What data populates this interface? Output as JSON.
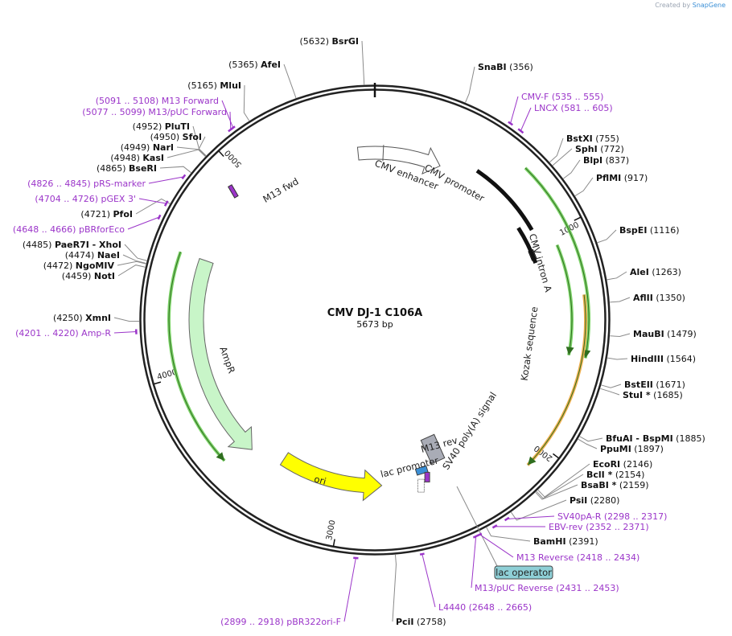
{
  "credit": {
    "prefix": "Created by ",
    "brand": "SnapGene"
  },
  "plasmid": {
    "name": "CMV DJ-1 C106A",
    "length_label": "5673 bp",
    "length": 5673
  },
  "colors": {
    "backbone": "#222222",
    "primer": "#9b35c9",
    "site_line": "#8a8a8a",
    "promoter": "#ffffff",
    "AmpR": "#c8f5c8",
    "ori": "#ffff00",
    "polyA": "#a9acb6",
    "green_arrow": "#7fd46b",
    "orange_arrow": "#f0b050",
    "lac_operator": "#8ecfd6"
  },
  "tick_labels": [
    "1000",
    "2000",
    "3000",
    "4000",
    "5000"
  ],
  "features": [
    {
      "label": "CMV enhancer",
      "type": "arrow"
    },
    {
      "label": "CMV promoter",
      "type": "arrow"
    },
    {
      "label": "CMV intron A",
      "type": "bar"
    },
    {
      "label": "Kozak sequence",
      "type": "bar"
    },
    {
      "label": "SV40 poly(A) signal",
      "type": "box"
    },
    {
      "label": "M13 rev",
      "type": "small"
    },
    {
      "label": "lac promoter",
      "type": "small"
    },
    {
      "label": "ori",
      "type": "arrow"
    },
    {
      "label": "AmpR",
      "type": "arrow"
    },
    {
      "label": "M13 fwd",
      "type": "small"
    },
    {
      "label": "lac operator",
      "type": "callout"
    }
  ],
  "sites": [
    {
      "name": "BsrGI",
      "pos": "(5632)"
    },
    {
      "name": "AfeI",
      "pos": "(5365)"
    },
    {
      "name": "MluI",
      "pos": "(5165)"
    },
    {
      "name": "PluTI",
      "pos": "(4952)"
    },
    {
      "name": "SfoI",
      "pos": "(4950)"
    },
    {
      "name": "NarI",
      "pos": "(4949)"
    },
    {
      "name": "KasI",
      "pos": "(4948)"
    },
    {
      "name": "BseRI",
      "pos": "(4865)"
    },
    {
      "name": "PfoI",
      "pos": "(4721)"
    },
    {
      "name": "PaeR7I - XhoI",
      "pos": "(4485)"
    },
    {
      "name": "NaeI",
      "pos": "(4474)"
    },
    {
      "name": "NgoMIV",
      "pos": "(4472)"
    },
    {
      "name": "NotI",
      "pos": "(4459)"
    },
    {
      "name": "XmnI",
      "pos": "(4250)"
    },
    {
      "name": "SnaBI",
      "pos": "(356)"
    },
    {
      "name": "BstXI",
      "pos": "(755)"
    },
    {
      "name": "SphI",
      "pos": "(772)"
    },
    {
      "name": "BlpI",
      "pos": "(837)"
    },
    {
      "name": "PflMI",
      "pos": "(917)"
    },
    {
      "name": "BspEI",
      "pos": "(1116)"
    },
    {
      "name": "AleI",
      "pos": "(1263)"
    },
    {
      "name": "AflII",
      "pos": "(1350)"
    },
    {
      "name": "MauBI",
      "pos": "(1479)"
    },
    {
      "name": "HindIII",
      "pos": "(1564)"
    },
    {
      "name": "BstEII",
      "pos": "(1671)"
    },
    {
      "name": "StuI *",
      "pos": "(1685)"
    },
    {
      "name": "BfuAI - BspMI",
      "pos": "(1885)"
    },
    {
      "name": "PpuMI",
      "pos": "(1897)"
    },
    {
      "name": "EcoRI",
      "pos": "(2146)"
    },
    {
      "name": "BclI *",
      "pos": "(2154)"
    },
    {
      "name": "BsaBI *",
      "pos": "(2159)"
    },
    {
      "name": "PsiI",
      "pos": "(2280)"
    },
    {
      "name": "BamHI",
      "pos": "(2391)"
    },
    {
      "name": "PciI",
      "pos": "(2758)"
    }
  ],
  "primers": [
    {
      "name": "M13 Forward",
      "range": "(5091 .. 5108)"
    },
    {
      "name": "M13/pUC Forward",
      "range": "(5077 .. 5099)"
    },
    {
      "name": "pRS-marker",
      "range": "(4826 .. 4845)"
    },
    {
      "name": "pGEX 3'",
      "range": "(4704 .. 4726)"
    },
    {
      "name": "pBRforEco",
      "range": "(4648 .. 4666)"
    },
    {
      "name": "Amp-R",
      "range": "(4201 .. 4220)"
    },
    {
      "name": "CMV-F",
      "range": "(535 .. 555)"
    },
    {
      "name": "LNCX",
      "range": "(581 .. 605)"
    },
    {
      "name": "SV40pA-R",
      "range": "(2298 .. 2317)"
    },
    {
      "name": "EBV-rev",
      "range": "(2352 .. 2371)"
    },
    {
      "name": "M13 Reverse",
      "range": "(2418 .. 2434)"
    },
    {
      "name": "M13/pUC Reverse",
      "range": "(2431 .. 2453)"
    },
    {
      "name": "L4440",
      "range": "(2648 .. 2665)"
    },
    {
      "name": "pBR322ori-F",
      "range": "(2899 .. 2918)"
    }
  ]
}
